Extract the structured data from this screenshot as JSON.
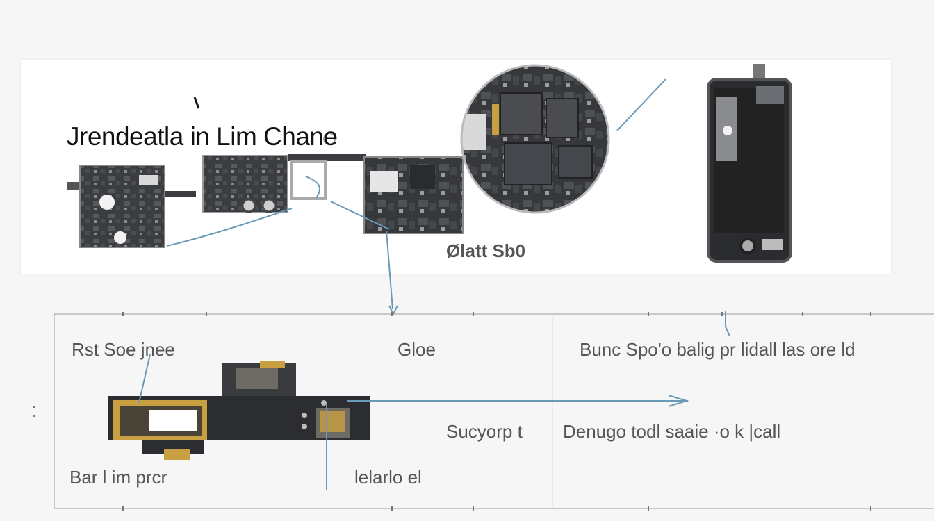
{
  "diagram": {
    "title": "Jrendeatla in Lim   Chane",
    "mini_label": "Ølatt  Sb0",
    "grid_labels": {
      "row1_col1": "Rst Soe jnee",
      "row1_col2": "Gloe",
      "row1_col3": "Bunc  Spo'o balig  pr lidall  las ore ld",
      "row2_col3a": "Sucyorp t",
      "row2_col3b": "Denugo todl  saaie ·o k |call",
      "row3_col1": "Bar l im prcr",
      "row3_col2": "lelarlo el"
    }
  },
  "colors": {
    "board": "#3b3d40",
    "board_dark": "#2a2b2e",
    "trim": "#b9b9b9",
    "copper": "#c8a041",
    "arrow": "#6a9ab8"
  }
}
